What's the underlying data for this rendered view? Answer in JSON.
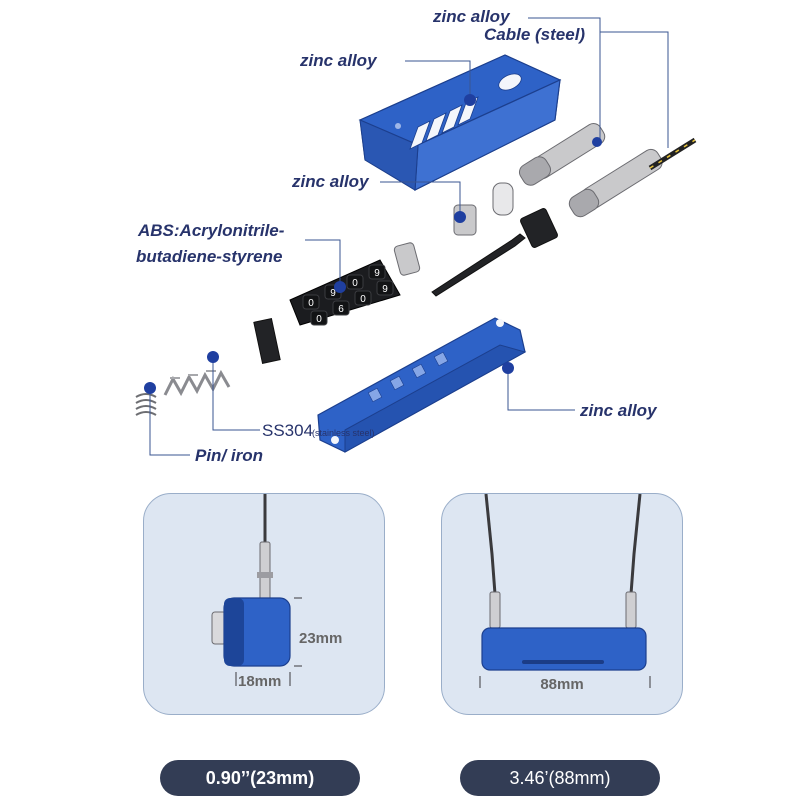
{
  "callouts": {
    "top_zinc": "zinc alloy",
    "cable": "Cable (steel)",
    "housing_zinc": "zinc alloy",
    "mid_zinc": "zinc alloy",
    "abs_line1": "ABS:Acrylonitrile-",
    "abs_line2": "butadiene-styrene",
    "base_zinc": "zinc alloy",
    "ss304": "SS304",
    "ss304_note": "(stainless steel)",
    "pin": "Pin/ iron"
  },
  "dials": [
    "0",
    "9",
    "0",
    "9",
    "0",
    "6",
    "0",
    "9"
  ],
  "side_view": {
    "height_label": "23mm",
    "width_label": "18mm",
    "caption": "0.90’’(23mm)"
  },
  "front_view": {
    "width_label": "88mm",
    "caption": "3.46’(88mm)"
  },
  "colors": {
    "accent_blue": "#2e62c7",
    "label_navy": "#27336b",
    "card_bg": "#dde6f2",
    "pill_bg": "#333d55"
  }
}
